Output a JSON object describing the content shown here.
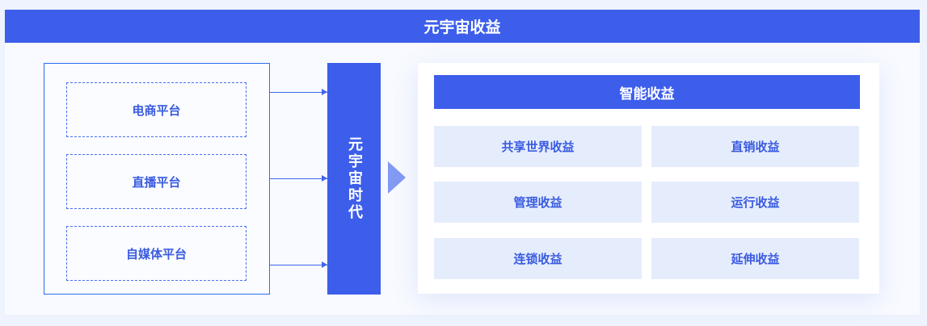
{
  "title": "元宇宙收益",
  "platforms": [
    "电商平台",
    "直播平台",
    "自媒体平台"
  ],
  "era": "元宇宙时代",
  "smart": {
    "title": "智能收益",
    "items": [
      "共享世界收益",
      "直销收益",
      "管理收益",
      "运行收益",
      "连锁收益",
      "延伸收益"
    ]
  }
}
